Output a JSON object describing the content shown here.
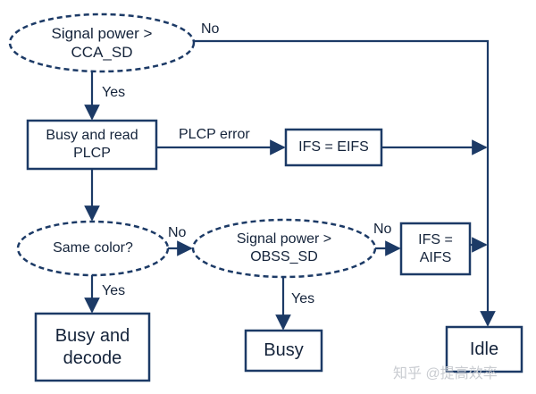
{
  "nodes": {
    "signal_cca": "Signal power >\nCCA_SD",
    "busy_read": "Busy and read\nPLCP",
    "ifs_eifs": "IFS = EIFS",
    "same_color": "Same color?",
    "signal_obss": "Signal power >\nOBSS_SD",
    "ifs_aifs": "IFS =\nAIFS",
    "busy_decode": "Busy and\ndecode",
    "busy": "Busy",
    "idle": "Idle"
  },
  "edges": {
    "cca_no": "No",
    "cca_yes": "Yes",
    "plcp_error": "PLCP error",
    "color_no": "No",
    "color_yes": "Yes",
    "obss_no": "No",
    "obss_yes": "Yes"
  },
  "watermark": "知乎 @提高效率",
  "colors": {
    "stroke": "#1c3a66",
    "text": "#14233a"
  }
}
